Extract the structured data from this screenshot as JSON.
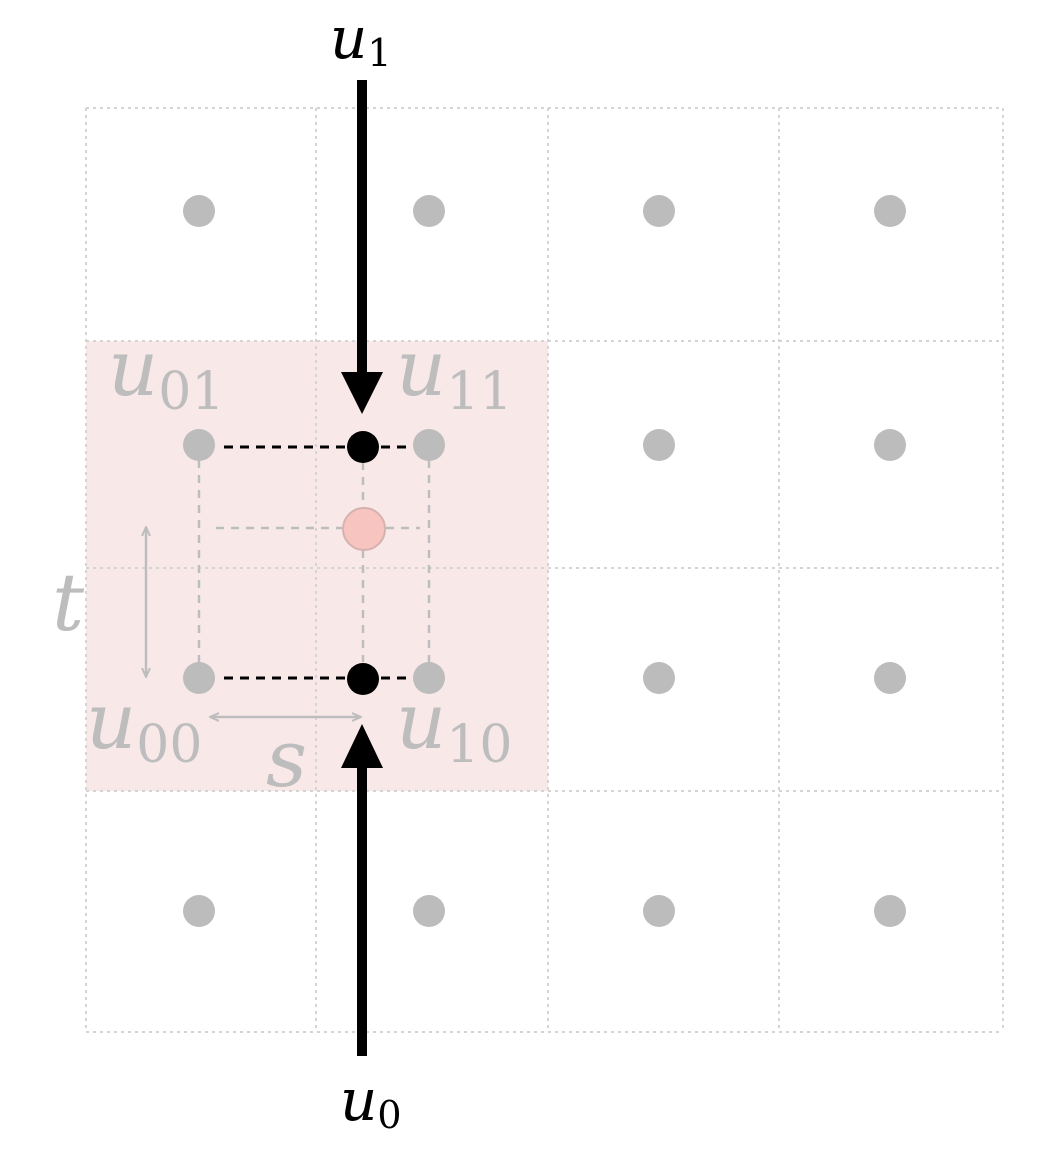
{
  "colors": {
    "background": "#ffffff",
    "grid_line": "#d4d4d4",
    "grid_dot": "#bcbcbc",
    "highlight_fill": "#f8e8e8",
    "sample_point": "#f7c4c0",
    "sample_point_stroke": "#d6b2ae",
    "guide_dashed": "#bdbdbd",
    "interp_dashed": "#000000",
    "arrow": "#000000",
    "faded_label": "#bdbdbd",
    "label": "#000000"
  },
  "grid": {
    "rows": 4,
    "cols": 4
  },
  "labels": {
    "u1": {
      "base": "u",
      "sub": "1"
    },
    "u0": {
      "base": "u",
      "sub": "0"
    },
    "u01": {
      "base": "u",
      "sub": "01"
    },
    "u11": {
      "base": "u",
      "sub": "11"
    },
    "u00": {
      "base": "u",
      "sub": "00"
    },
    "u10": {
      "base": "u",
      "sub": "10"
    },
    "t": "t",
    "s": "s"
  }
}
